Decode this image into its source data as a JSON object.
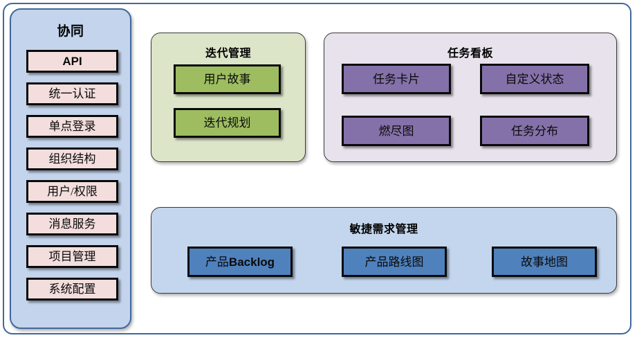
{
  "diagram": {
    "frame": {
      "name": "outer-frame"
    },
    "collaboration_panel": {
      "title": "协同",
      "color": "#c3d4ec",
      "items": [
        {
          "label": "API",
          "style": "bold-latin"
        },
        {
          "label": "统一认证",
          "style": "cjk"
        },
        {
          "label": "单点登录",
          "style": "cjk"
        },
        {
          "label": "组织结构",
          "style": "cjk"
        },
        {
          "label": "用户/权限",
          "style": "cjk"
        },
        {
          "label": "消息服务",
          "style": "cjk"
        },
        {
          "label": "项目管理",
          "style": "cjk"
        },
        {
          "label": "系统配置",
          "style": "cjk"
        }
      ]
    },
    "iteration_panel": {
      "title": "迭代管理",
      "color": "#dce5c8",
      "box_color": "#9dbd60",
      "items": [
        {
          "label": "用户故事"
        },
        {
          "label": "迭代规划"
        }
      ]
    },
    "taskboard_panel": {
      "title": "任务看板",
      "color": "#e7e2ec",
      "box_color": "#8571a9",
      "items": [
        {
          "label": "任务卡片"
        },
        {
          "label": "自定义状态"
        },
        {
          "label": "燃尽图"
        },
        {
          "label": "任务分布"
        }
      ]
    },
    "agile_panel": {
      "title": "敏捷需求管理",
      "color": "#c3d6ee",
      "box_color": "#4f81bd",
      "items": [
        {
          "label": "产品Backlog",
          "cjk_part": "产品",
          "latin_part": "Backlog"
        },
        {
          "label": "产品路线图"
        },
        {
          "label": "故事地图"
        }
      ]
    }
  }
}
